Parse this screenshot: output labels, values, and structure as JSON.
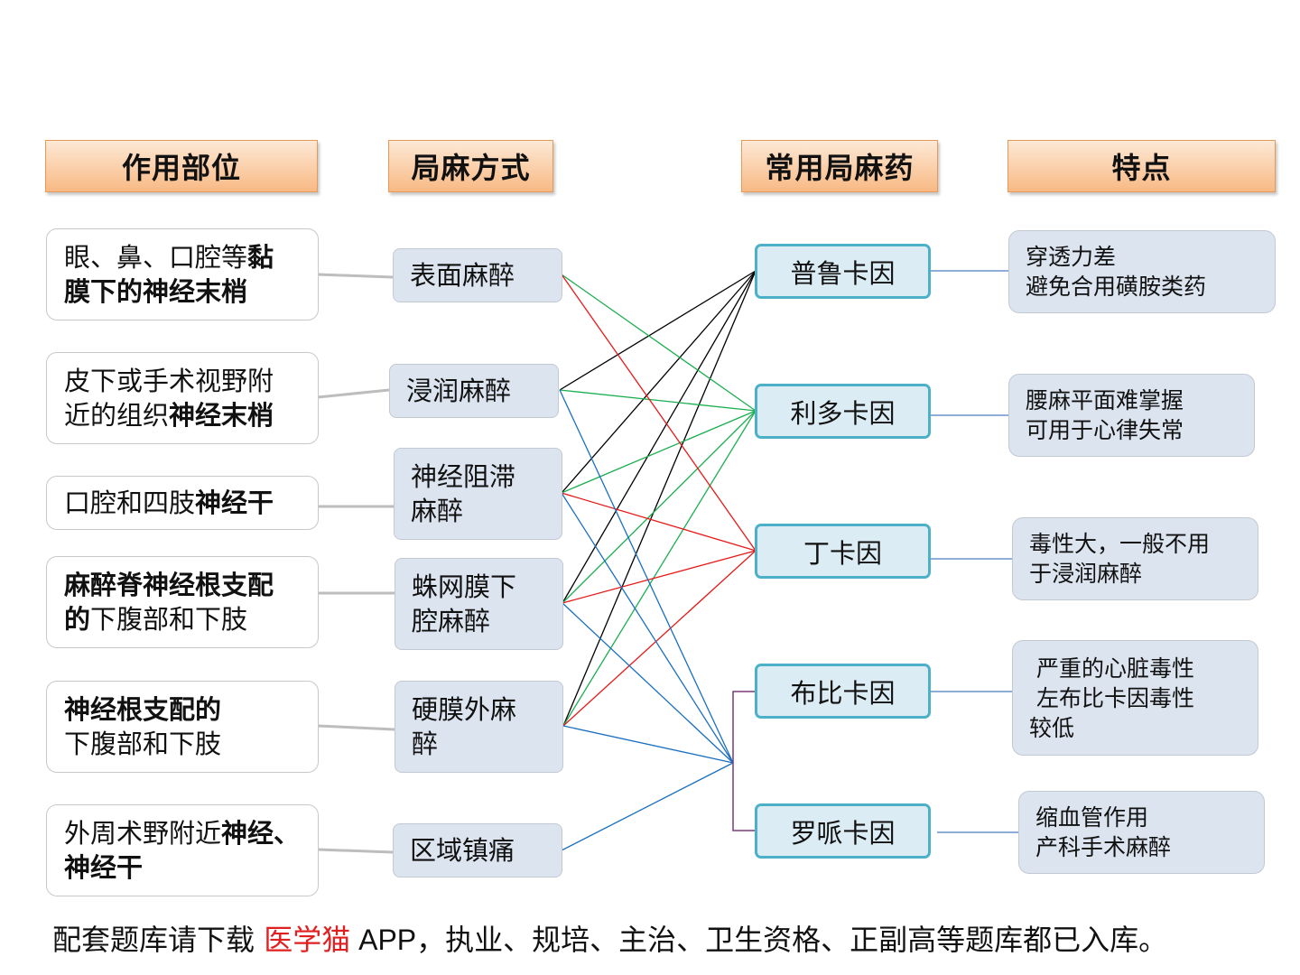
{
  "headers": {
    "site": "作用部位",
    "method": "局麻方式",
    "drug": "常用局麻药",
    "feature": "特点"
  },
  "sites": [
    {
      "l1n": "眼、鼻、口腔等",
      "l1b": "黏",
      "l2n": "",
      "l2b": "膜下的神经末梢",
      "l2t": ""
    },
    {
      "l1n": "皮下或手术视野附",
      "l1b": "",
      "l2n": "近的组织",
      "l2b": "神经末梢",
      "l2t": ""
    },
    {
      "l1n": "口腔和四肢",
      "l1b": "神经干",
      "l2n": "",
      "l2b": "",
      "l2t": ""
    },
    {
      "l1n": "",
      "l1b": "麻醉脊神经根支配",
      "l2n": "",
      "l2b": "的",
      "l2t": "下腹部和下肢"
    },
    {
      "l1n": "",
      "l1b": "神经根支配的",
      "l2n": "下腹部和下肢",
      "l2b": "",
      "l2t": ""
    },
    {
      "l1n": "外周术野附近",
      "l1b": "神经、",
      "l2n": "",
      "l2b": "神经干",
      "l2t": ""
    }
  ],
  "methods": [
    {
      "l1": "表面麻醉",
      "l2": ""
    },
    {
      "l1": "浸润麻醉",
      "l2": ""
    },
    {
      "l1": "神经阻滞",
      "l2": "麻醉"
    },
    {
      "l1": "蛛网膜下",
      "l2": "腔麻醉"
    },
    {
      "l1": "硬膜外麻",
      "l2": "醉"
    },
    {
      "l1": "区域镇痛",
      "l2": ""
    }
  ],
  "drugs": [
    "普鲁卡因",
    "利多卡因",
    "丁卡因",
    "布比卡因",
    "罗哌卡因"
  ],
  "features": [
    {
      "l1": "穿透力差",
      "l2": "避免合用磺胺类药",
      "l3": ""
    },
    {
      "l1": "腰麻平面难掌握",
      "l2": "可用于心律失常",
      "l3": ""
    },
    {
      "l1": "毒性大，一般不用",
      "l2": "于浸润麻醉",
      "l3": ""
    },
    {
      "l1": " 严重的心脏毒性",
      "l2": " 左布比卡因毒性",
      "l3": "较低"
    },
    {
      "l1": "缩血管作用",
      "l2": "产科手术麻醉",
      "l3": ""
    }
  ],
  "colors": {
    "procaine_link": "#000000",
    "lidocaine_link": "#1aaf50",
    "tetracaine_link": "#e81818",
    "bupivacaine_link": "#1a6fc0",
    "ropivacaine_bracket": "#7a3a7a",
    "site_connector": "#bdbdbd",
    "feature_connector": "#4a7ec0"
  },
  "connections": {
    "procaine": [
      "浸润麻醉",
      "神经阻滞麻醉",
      "蛛网膜下腔麻醉",
      "硬膜外麻醉"
    ],
    "lidocaine": [
      "表面麻醉",
      "浸润麻醉",
      "神经阻滞麻醉",
      "蛛网膜下腔麻醉",
      "硬膜外麻醉"
    ],
    "tetracaine": [
      "表面麻醉",
      "神经阻滞麻醉",
      "蛛网膜下腔麻醉",
      "硬膜外麻醉"
    ],
    "bupivacaine_ropivacaine": [
      "浸润麻醉",
      "神经阻滞麻醉",
      "蛛网膜下腔麻醉",
      "硬膜外麻醉",
      "区域镇痛"
    ]
  },
  "footer": {
    "before": "配套题库请下载 ",
    "brand": "医学猫",
    "app": " APP",
    "after": "，执业、规培、主治、卫生资格、正副高等题库都已入库。"
  }
}
